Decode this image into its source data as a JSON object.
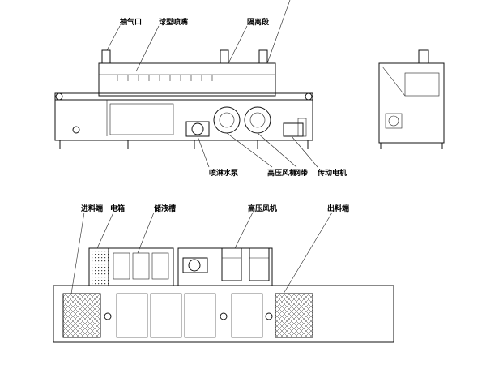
{
  "labels": {
    "exhaust_port": "抽气口",
    "spray_nozzle": "球型喷嘴",
    "isolation_section": "隔离段",
    "spray_pump": "喷淋水泵",
    "high_pressure_blower_top": "高压风机",
    "mesh_belt": "网带",
    "drive_motor": "传动电机",
    "feed_end": "进料端",
    "electric_cabinet": "电箱",
    "liquid_tank": "储液槽",
    "high_pressure_blower_bottom": "高压风机",
    "discharge_end": "出料端"
  }
}
